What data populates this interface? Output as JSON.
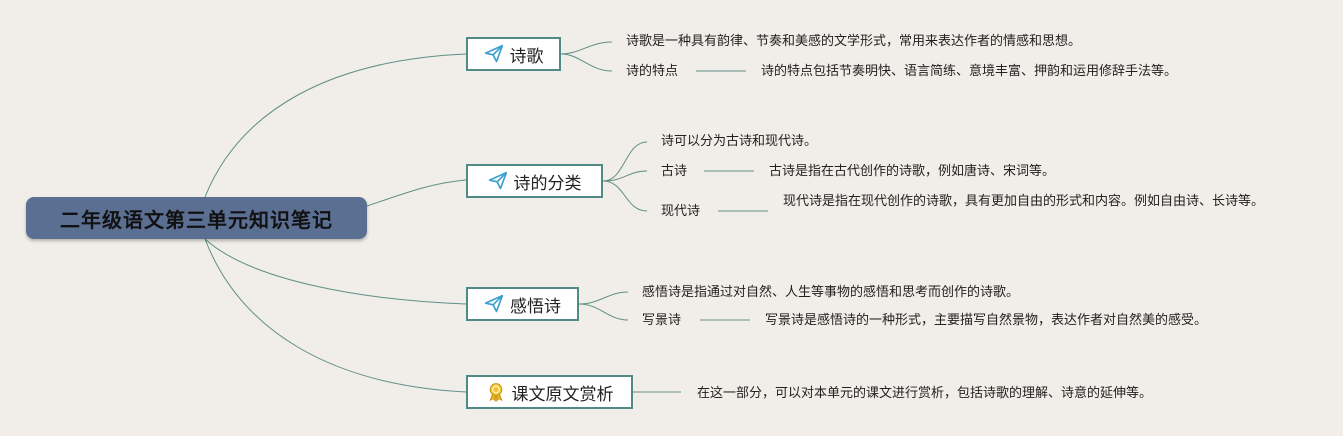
{
  "root": {
    "title": "二年级语文第三单元知识笔记"
  },
  "branches": {
    "poetry": {
      "label": "诗歌",
      "icon": "paper-plane-icon",
      "desc": "诗歌是一种具有韵律、节奏和美感的文学形式，常用来表达作者的情感和思想。",
      "feature_label": "诗的特点",
      "feature_text": "诗的特点包括节奏明快、语言简练、意境丰富、押韵和运用修辞手法等。"
    },
    "classification": {
      "label": "诗的分类",
      "icon": "paper-plane-icon",
      "desc": "诗可以分为古诗和现代诗。",
      "ancient_label": "古诗",
      "ancient_text": "古诗是指在古代创作的诗歌，例如唐诗、宋词等。",
      "modern_label": "现代诗",
      "modern_text": "现代诗是指在现代创作的诗歌，具有更加自由的形式和内容。例如自由诗、长诗等。"
    },
    "reflective": {
      "label": "感悟诗",
      "icon": "paper-plane-icon",
      "desc": "感悟诗是指通过对自然、人生等事物的感悟和思考而创作的诗歌。",
      "scenery_label": "写景诗",
      "scenery_text": "写景诗是感悟诗的一种形式，主要描写自然景物，表达作者对自然美的感受。"
    },
    "appreciation": {
      "label": "课文原文赏析",
      "icon": "award-ribbon-icon",
      "desc": "在这一部分，可以对本单元的课文进行赏析，包括诗歌的理解、诗意的延伸等。"
    }
  },
  "colors": {
    "background": "#f1ede8",
    "root_fill": "#5b6f93",
    "branch_border": "#4f8a84",
    "link": "#5f8f86",
    "plane_icon": "#3a9fd1",
    "award_icon": "#e6b422"
  }
}
